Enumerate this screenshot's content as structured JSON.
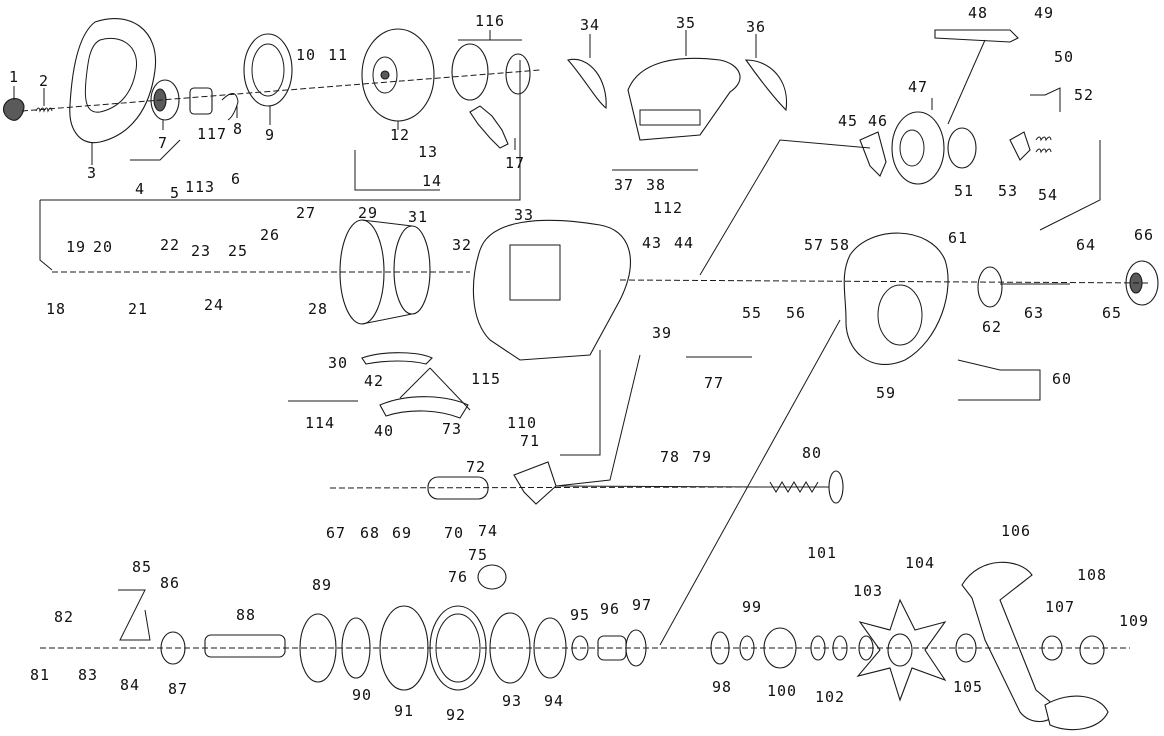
{
  "labels": [
    "1",
    "2",
    "3",
    "4",
    "5",
    "6",
    "7",
    "8",
    "9",
    "10",
    "11",
    "12",
    "13",
    "14",
    "17",
    "18",
    "19",
    "20",
    "21",
    "22",
    "23",
    "24",
    "25",
    "26",
    "27",
    "28",
    "29",
    "30",
    "31",
    "32",
    "33",
    "34",
    "35",
    "36",
    "37",
    "38",
    "39",
    "40",
    "42",
    "43",
    "44",
    "45",
    "46",
    "47",
    "48",
    "49",
    "50",
    "51",
    "52",
    "53",
    "54",
    "55",
    "56",
    "57",
    "58",
    "59",
    "60",
    "61",
    "62",
    "63",
    "64",
    "65",
    "66",
    "67",
    "68",
    "69",
    "70",
    "71",
    "72",
    "73",
    "74",
    "75",
    "76",
    "77",
    "78",
    "79",
    "80",
    "81",
    "82",
    "83",
    "84",
    "85",
    "86",
    "87",
    "88",
    "89",
    "90",
    "91",
    "92",
    "93",
    "94",
    "95",
    "96",
    "97",
    "98",
    "99",
    "100",
    "101",
    "102",
    "103",
    "104",
    "105",
    "106",
    "107",
    "108",
    "109",
    "110",
    "112",
    "113",
    "114",
    "115",
    "116",
    "117"
  ]
}
